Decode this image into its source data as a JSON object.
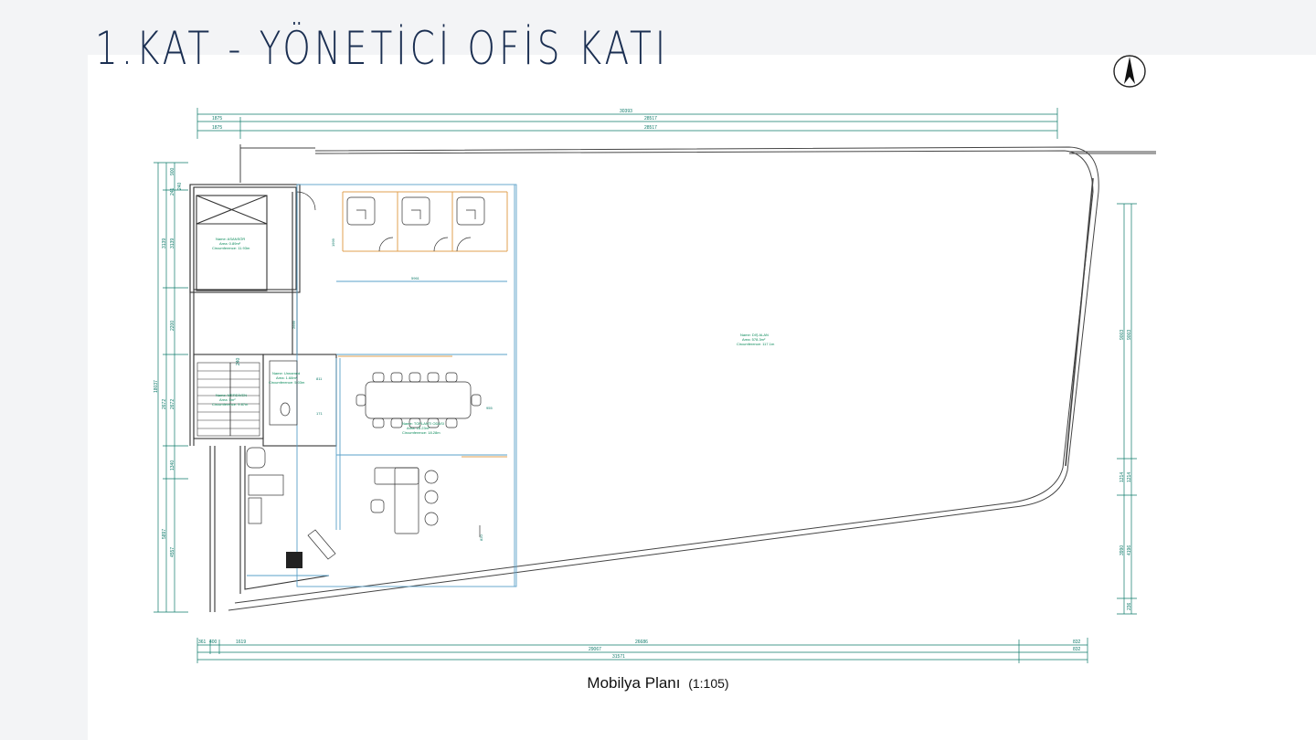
{
  "title": "1.KAT - YÖNETİCİ OFİS KATI",
  "caption": {
    "label": "Mobilya Planı",
    "scale": "(1:105)"
  },
  "icons": {
    "north_arrow": "north-arrow-icon"
  },
  "colors": {
    "title": "#1b2f52",
    "dimension": "#0d7a6a",
    "wall": "#333333",
    "glass": "#5aa0c8",
    "partition": "#e0a050"
  },
  "dimensions": {
    "top": {
      "total": "30393",
      "seg1": "1875",
      "seg2": "28517",
      "seg1b": "1875",
      "seg2b": "28517"
    },
    "bottom": {
      "a": "361",
      "b": "400",
      "c": "1619",
      "d": "26686",
      "e": "832",
      "f": "29067",
      "g": "832",
      "total": "31571"
    },
    "left": {
      "a": "900",
      "b": "240",
      "c": "241",
      "d": "3139",
      "e": "3139",
      "f": "2200",
      "g": "2672",
      "h": "2672",
      "i": "240",
      "j": "1340",
      "k": "5897",
      "l": "4557",
      "total": "18037"
    },
    "right": {
      "a": "9003",
      "b": "9003",
      "c": "1214",
      "d": "1214",
      "e": "3990",
      "f": "4196",
      "g": "236"
    },
    "inner": {
      "a": "5961",
      "b": "2669",
      "c": "811",
      "d": "1999",
      "e": "171",
      "f": "955",
      "g": "820"
    }
  },
  "rooms": {
    "elevator": {
      "name": "Name: ASANSÖR",
      "area": "Area: 0.89m²",
      "circ": "Circumference: 11.93m"
    },
    "stair": {
      "name": "Name: MERDİVEN",
      "area": "Area: 5m²",
      "circ": "Circumference: 9.87m"
    },
    "wc": {
      "name": "Name: Unnamed",
      "area": "Area: 1.68m²",
      "circ": "Circumference: 5.03m"
    },
    "meeting": {
      "name": "Name: TOPLANTI ODASI",
      "area": "Area: 18.23m²",
      "circ": "Circumference: 18.28m"
    },
    "outdoor": {
      "name": "Name: DIŞ ALAN",
      "area": "Area: 578.3m²",
      "circ": "Circumference: 117.1m"
    }
  }
}
